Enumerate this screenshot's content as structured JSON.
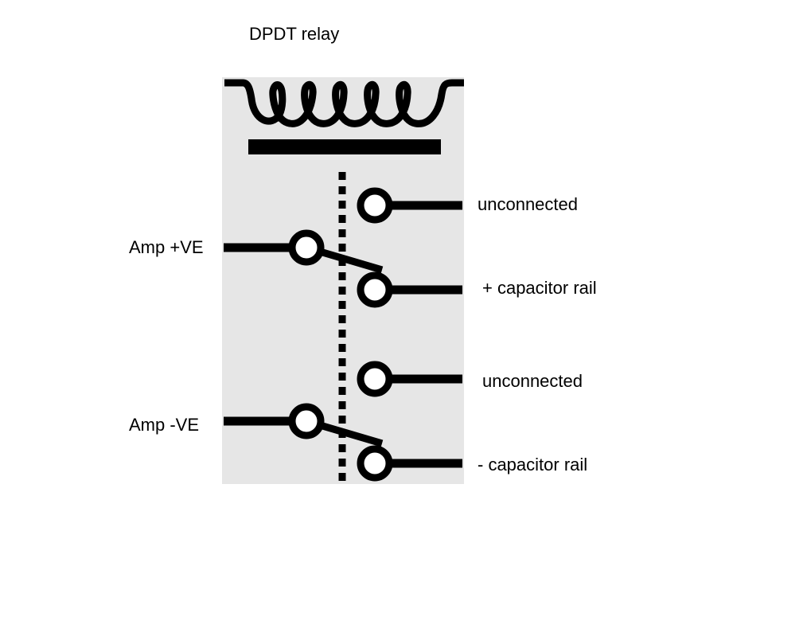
{
  "title": "DPDT relay",
  "labels": {
    "amp_pos": "Amp +VE",
    "amp_neg": "Amp -VE",
    "out1": "unconnected",
    "out2": "+ capacitor rail",
    "out3": "unconnected",
    "out4": "- capacitor rail"
  },
  "colors": {
    "panel": "#e6e6e6",
    "ink": "#000000",
    "background": "#ffffff"
  }
}
